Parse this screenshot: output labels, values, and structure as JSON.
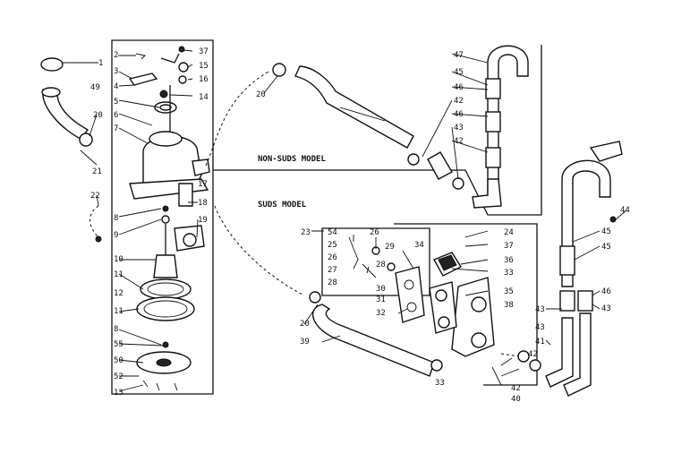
{
  "model_labels": {
    "non_suds": "NON-SUDS MODEL",
    "suds": "SUDS MODEL"
  },
  "part_numbers": {
    "p1": "1",
    "p2": "2",
    "p3": "3",
    "p4": "4",
    "p5": "5",
    "p6": "6",
    "p7": "7",
    "p8": "8",
    "p8b": "8",
    "p9": "9",
    "p10": "10",
    "p11": "11",
    "p11b": "11",
    "p12": "12",
    "p13": "13",
    "p14": "14",
    "p15": "15",
    "p16": "16",
    "p17": "17",
    "p18": "18",
    "p19": "19",
    "p20a": "20",
    "p20b": "20",
    "p20c": "20",
    "p21": "21",
    "p22": "22",
    "p23": "23",
    "p24": "24",
    "p25": "25",
    "p26": "26",
    "p26b": "26",
    "p27": "27",
    "p28": "28",
    "p28b": "28",
    "p29": "29",
    "p30": "30",
    "p31": "31",
    "p32": "32",
    "p33": "33",
    "p33b": "33",
    "p34": "34",
    "p35": "35",
    "p36": "36",
    "p37": "37",
    "p37b": "37",
    "p38": "38",
    "p39": "39",
    "p40": "40",
    "p41": "41",
    "p42a": "42",
    "p42b": "42",
    "p42c": "42",
    "p42d": "42",
    "p43a": "43",
    "p43b": "43",
    "p43c": "43",
    "p43d": "43",
    "p44": "44",
    "p45": "45",
    "p45b": "45",
    "p46": "46",
    "p46b": "46",
    "p47": "47",
    "p49": "49",
    "p50": "50",
    "p52": "52",
    "p54": "54",
    "p55": "55"
  }
}
